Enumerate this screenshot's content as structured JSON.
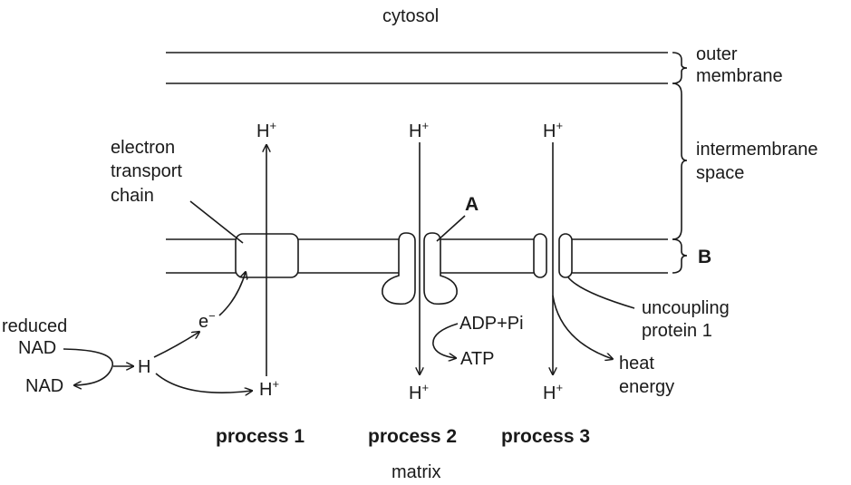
{
  "labels": {
    "cytosol": "cytosol",
    "matrix": "matrix",
    "outer_membrane_1": "outer",
    "outer_membrane_2": "membrane",
    "intermembrane_1": "intermembrane",
    "intermembrane_2": "space",
    "label_b": "B",
    "label_a": "A",
    "etc_1": "electron",
    "etc_2": "transport",
    "etc_3": "chain",
    "uncoupling_1": "uncoupling",
    "uncoupling_2": "protein 1",
    "reduced": "reduced",
    "nad_top": "NAD",
    "nad_bottom": "NAD",
    "h_atom": "H",
    "electron": "e",
    "electron_sup": "−",
    "adp_pi": "ADP+Pi",
    "atp": "ATP",
    "heat_1": "heat",
    "heat_2": "energy",
    "proton": "H",
    "proton_sup": "+"
  },
  "processes": [
    "process 1",
    "process 2",
    "process 3"
  ]
}
